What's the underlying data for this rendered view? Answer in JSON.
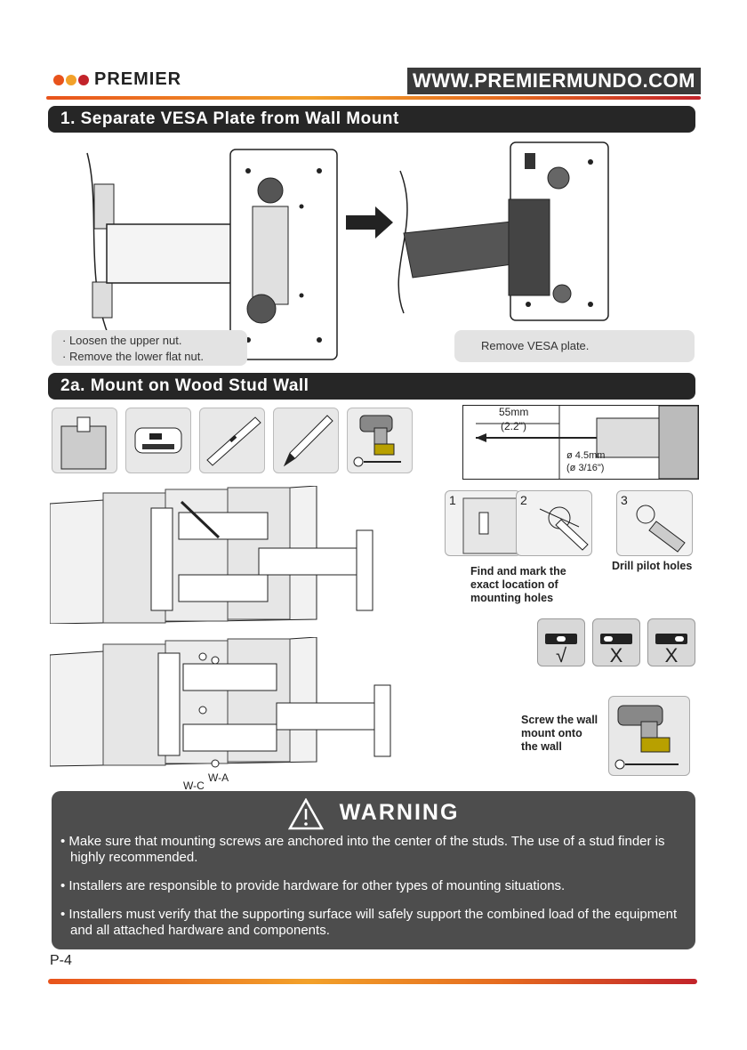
{
  "header": {
    "brand": "PREMIER",
    "url": "WWW.PREMIERMUNDO.COM"
  },
  "section1": {
    "title": "1. Separate VESA Plate from Wall Mount",
    "left_notes": [
      "Loosen the upper nut.",
      "Remove the lower flat nut."
    ],
    "right_note": "Remove VESA plate."
  },
  "section2a": {
    "title": "2a. Mount on Wood Stud Wall",
    "drill_depth": "55mm",
    "drill_depth_in": "(2.2\")",
    "drill_dia": "ø 4.5mm",
    "drill_dia_in": "(ø 3/16\")",
    "steps": [
      "1",
      "2",
      "3"
    ],
    "find_mark_text": [
      "Find and mark the",
      "exact location of",
      "mounting holes"
    ],
    "drill_text": "Drill pilot holes",
    "level_marks": [
      "√",
      "X",
      "X"
    ],
    "screw_text": [
      "Screw the wall",
      "mount onto",
      "the wall"
    ],
    "hardware_labels": {
      "wc": "W-C",
      "wa": "W-A"
    }
  },
  "warning": {
    "title": "WARNING",
    "items": [
      "• Make sure that mounting screws are anchored into the center of the studs. The use of a stud finder is highly recommended.",
      "• Installers are responsible to provide hardware for other types of mounting situations.",
      "• Installers must verify that the supporting surface will safely support the combined load of the equipment and all attached hardware and components."
    ]
  },
  "footer": {
    "page": "P-4"
  },
  "colors": {
    "accent_orange": "#f2a12a",
    "accent_red": "#c2232a",
    "bar_dark": "#262626",
    "warning_bg": "#4d4d4d"
  }
}
